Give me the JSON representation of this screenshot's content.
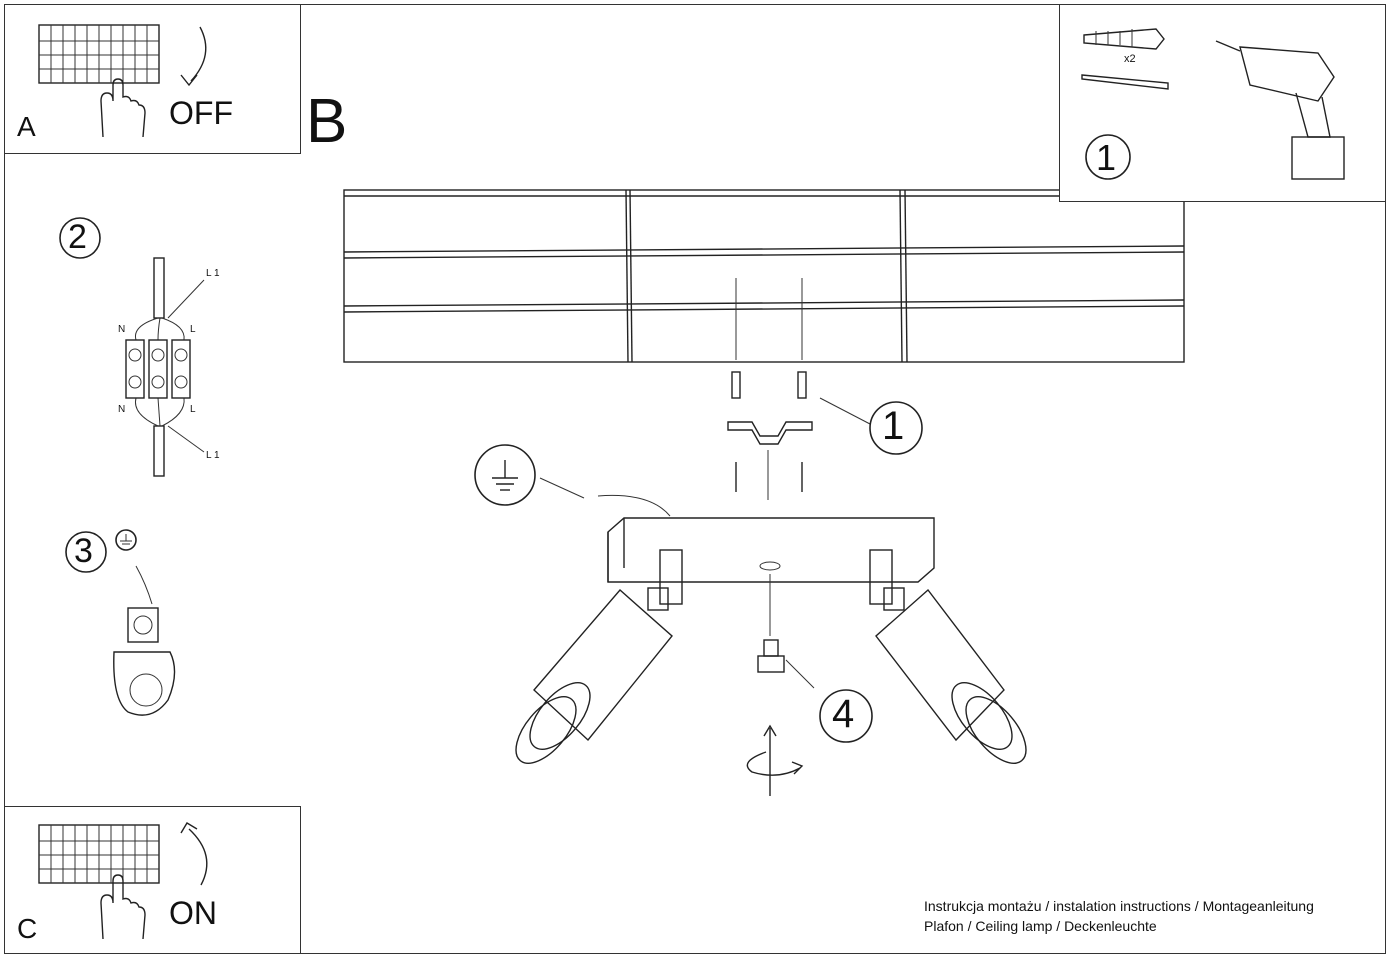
{
  "panel_a": {
    "letter": "A",
    "switch_label": "OFF"
  },
  "panel_c": {
    "letter": "C",
    "switch_label": "ON"
  },
  "main": {
    "letter": "B"
  },
  "tools_panel": {
    "step": "1",
    "count": "x2"
  },
  "wiring": {
    "step": "2",
    "labels": {
      "l1_top": "L 1",
      "l1_bottom": "L 1",
      "n_top": "N",
      "n_bottom": "N",
      "l_top": "L",
      "l_bottom": "L"
    }
  },
  "earth": {
    "step": "3"
  },
  "callouts": {
    "mount_step": "1",
    "screw_step": "4"
  },
  "footer": {
    "line1": "Instrukcja montażu / instalation instructions / Montageanleitung",
    "line2": "Plafon / Ceiling lamp / Deckenleuchte"
  },
  "icons": [
    "circuit-breaker-icon",
    "hand-icon",
    "arrow-icon",
    "wall-plug-icon",
    "screw-icon",
    "drill-icon",
    "earth-symbol-icon",
    "terminal-block-icon",
    "mounting-bracket-icon",
    "spotlight-icon",
    "rotate-arrow-icon"
  ]
}
